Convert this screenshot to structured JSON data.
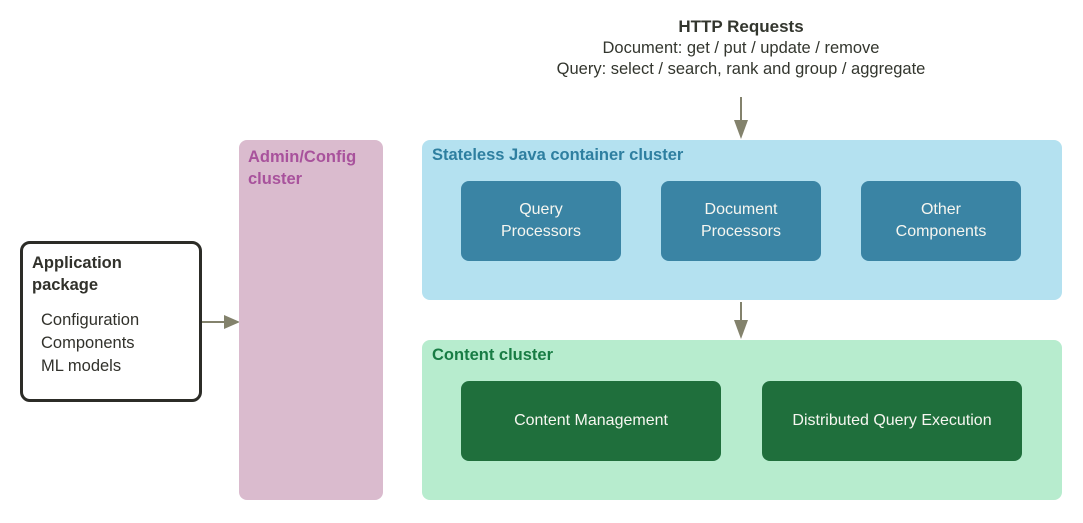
{
  "colors": {
    "page-bg": "#ffffff",
    "header-text": "#33362e",
    "arrow": "#83826c",
    "blue-cluster-bg": "#b4e1f0",
    "blue-cluster-title": "#2e7fa0",
    "teal-box-bg": "#3a84a4",
    "green-cluster-bg": "#b7ecce",
    "green-cluster-title": "#187c44",
    "dark-green-box-bg": "#1f6f3c",
    "pink-cluster-bg": "#dabbce",
    "pink-cluster-title": "#a8529c",
    "box-text": "#f6f6f0",
    "app-box-border": "#2c2c27",
    "app-box-text": "#31312b"
  },
  "header": {
    "title": "HTTP Requests",
    "document_line": "Document: get / put / update / remove",
    "query_line": "Query: select / search, rank and group / aggregate"
  },
  "app_package": {
    "title": "Application\npackage",
    "items": [
      "Configuration",
      "Components",
      "ML models"
    ]
  },
  "admin_cluster": {
    "title": "Admin/Config\ncluster"
  },
  "stateless_cluster": {
    "title": "Stateless Java container cluster",
    "components": [
      {
        "label": "Query\nProcessors"
      },
      {
        "label": "Document\nProcessors"
      },
      {
        "label": "Other\nComponents"
      }
    ]
  },
  "content_cluster": {
    "title": "Content cluster",
    "components": [
      {
        "label": "Content Management"
      },
      {
        "label": "Distributed Query Execution"
      }
    ]
  }
}
